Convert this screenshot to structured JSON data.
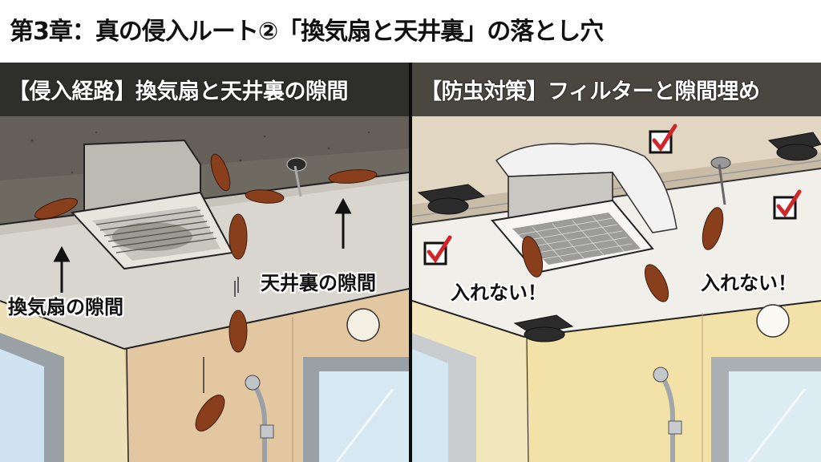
{
  "title": "第3章：真の侵入ルート②「換気扇と天井裏」の落とし穴",
  "panels": {
    "left": {
      "header": "【侵入経路】換気扇と天井裏の隙間",
      "labels": {
        "fan_gap": "換気扇の隙間",
        "ceiling_gap": "天井裏の隙間"
      },
      "scene_icons": [
        "exhaust-fan-icon",
        "cockroach-icon",
        "arrow-up-icon",
        "shower-icon",
        "window-icon",
        "light-icon"
      ]
    },
    "right": {
      "header": "【防虫対策】フィルターと隙間埋め",
      "labels": {
        "blocked_left": "入れない！",
        "blocked_right": "入れない！"
      },
      "scene_icons": [
        "exhaust-fan-filter-icon",
        "checkbox-checked-icon",
        "cockroach-icon",
        "vent-cap-icon",
        "shower-icon",
        "window-icon",
        "light-icon"
      ]
    }
  },
  "colors": {
    "left_header_bg": "#2e2e2a",
    "right_header_bg": "#4a4741",
    "check_red": "#d0262a",
    "cockroach": "#8a3f1c"
  }
}
